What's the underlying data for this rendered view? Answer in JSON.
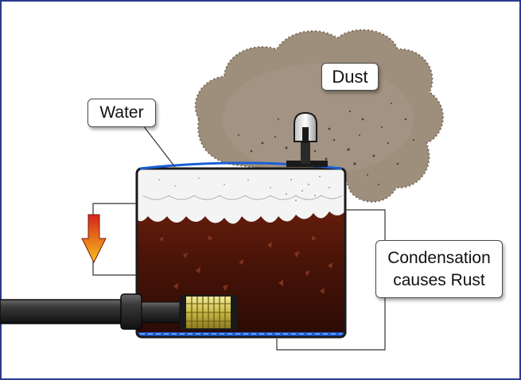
{
  "labels": {
    "dust": "Dust",
    "water": "Water",
    "condensation_line1": "Condensation",
    "condensation_line2": "causes Rust"
  },
  "colors": {
    "frame_border": "#2b3a8f",
    "fuel_brown": "#5a1a0c",
    "dust_cloud": "#9e8e7c",
    "foam_white": "#f4f4f4",
    "water_blue": "#1a5fd8",
    "arrow_top": "#d6231c",
    "arrow_bottom": "#f7c21a",
    "filter_yellow": "#d9c85a"
  },
  "icons": {
    "cooling_arrow": "down-arrow-icon",
    "breather_cap": "breather-cap-icon",
    "filter": "inline-filter-icon"
  }
}
